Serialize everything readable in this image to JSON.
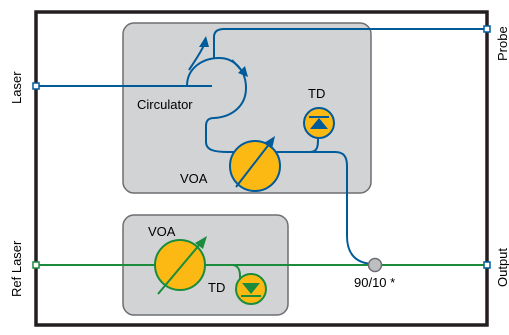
{
  "ports": {
    "laser": "Laser",
    "ref_laser": "Ref Laser",
    "probe": "Probe",
    "output": "Output"
  },
  "components": {
    "circulator": "Circulator",
    "td_top": "TD",
    "voa_top": "VOA",
    "voa_bottom": "VOA",
    "td_bottom": "TD",
    "coupler": "90/10 *"
  },
  "colors": {
    "enclosure": "#231f20",
    "module_fill": "#d1d3d4",
    "module_stroke": "#6d6e71",
    "fiber_blue": "#005b9a",
    "fiber_green": "#1a8c3c",
    "component_fill": "#fdb913",
    "coupler_fill": "#bcbec0",
    "port_fill": "#ffffff"
  }
}
